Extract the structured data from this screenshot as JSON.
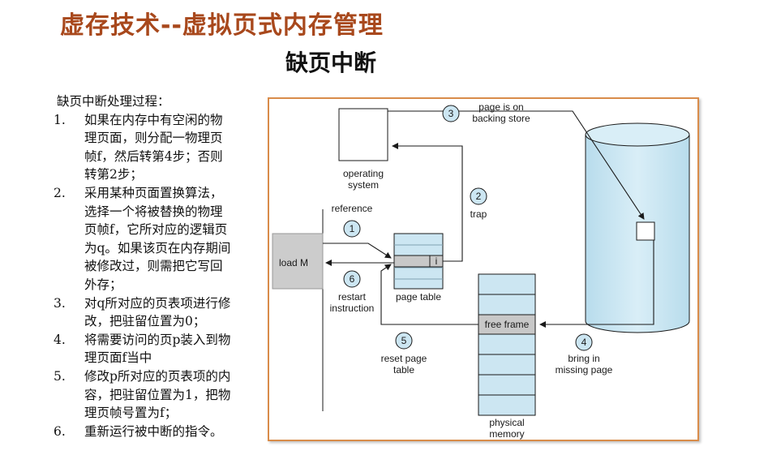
{
  "slide": {
    "title": "虚存技术--虚拟页式内存管理",
    "subtitle": "缺页中断"
  },
  "steps": {
    "heading": "缺页中断处理过程：",
    "items": [
      {
        "num": "1.",
        "lines": [
          "如果在内存中有空闲的物",
          "理页面，则分配一物理页",
          "帧f，然后转第4步；否则",
          "转第2步；"
        ]
      },
      {
        "num": "2.",
        "lines": [
          "采用某种页面置换算法，",
          "选择一个将被替换的物理",
          "页帧f，它所对应的逻辑页",
          "为q。如果该页在内存期间",
          "被修改过，则需把它写回",
          "外存；"
        ]
      },
      {
        "num": "3.",
        "lines": [
          "对q所对应的页表项进行修",
          "改，把驻留位置为0；"
        ]
      },
      {
        "num": "4.",
        "lines": [
          "将需要访问的页p装入到物",
          "理页面f当中"
        ]
      },
      {
        "num": "5.",
        "lines": [
          "修改p所对应的页表项的内",
          "容，把驻留位置为1，把物",
          "理页帧号置为f；"
        ]
      },
      {
        "num": "6.",
        "lines": [
          "重新运行被中断的指令。"
        ]
      }
    ]
  },
  "diagram": {
    "os_label": [
      "operating",
      "system"
    ],
    "load_label": "load M",
    "page_table_label": "page table",
    "page_table_entry": "i",
    "free_frame_label": "free frame",
    "physical_memory_label": [
      "physical",
      "memory"
    ],
    "step1": {
      "num": "1",
      "label": [
        "reference"
      ]
    },
    "step2": {
      "num": "2",
      "label": [
        "trap"
      ]
    },
    "step3": {
      "num": "3",
      "label": [
        "page is on",
        "backing store"
      ]
    },
    "step4": {
      "num": "4",
      "label": [
        "bring in",
        "missing page"
      ]
    },
    "step5": {
      "num": "5",
      "label": [
        "reset page",
        "table"
      ]
    },
    "step6": {
      "num": "6",
      "label": [
        "restart",
        "instruction"
      ]
    },
    "colors": {
      "title": "#a8481c",
      "frame_border": "#d98c4a",
      "blue_fill": "#cce6f2",
      "gray_fill": "#cccccc",
      "stroke": "#1a1a1a"
    }
  }
}
